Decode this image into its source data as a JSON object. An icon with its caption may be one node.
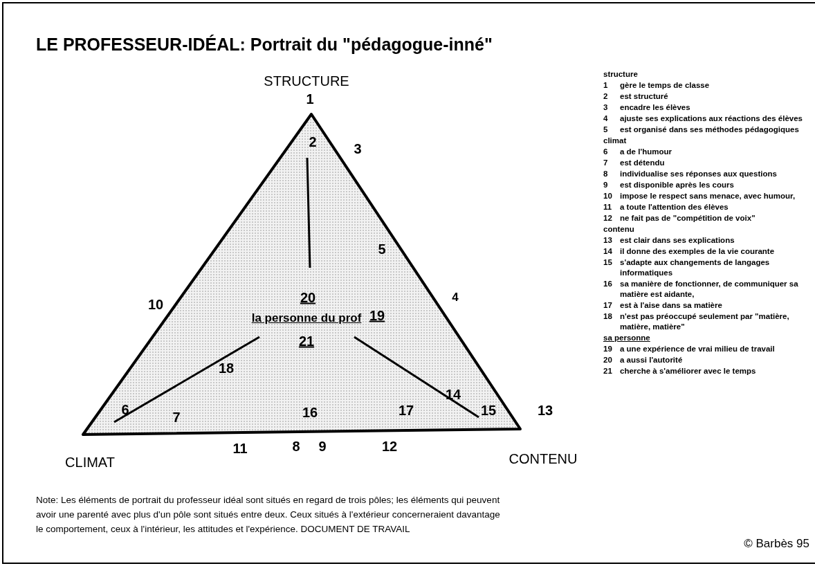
{
  "diagram": {
    "title": "LE PROFESSEUR-IDÉAL: Portrait du \"pédagogue-inné\"",
    "labels": [
      "STRUCTURE",
      "1",
      "2",
      "3",
      "5",
      "4",
      "10",
      "20",
      "la personne du prof",
      "19",
      "21",
      "18",
      "6",
      "7",
      "16",
      "17",
      "14",
      "15",
      "13",
      "11",
      "8",
      "9",
      "12",
      "CLIMAT",
      "CONTENU",
      "structure",
      "1",
      "gère le temps de classe",
      "2",
      "est structuré",
      "3",
      "encadre les élèves",
      "4",
      "ajuste ses explications aux réactions des élèves",
      "5",
      "est organisé dans ses méthodes pédagogiques",
      "climat",
      "6",
      "a de l'humour",
      "7",
      "est détendu",
      "8",
      "individualise ses réponses aux questions",
      "9",
      "est disponible après les cours",
      "10",
      "impose le respect sans menace, avec humour,",
      "11",
      "a toute l'attention des élèves",
      "12",
      "ne fait pas de \"compétition de voix\"",
      "contenu",
      "13",
      "est clair dans ses explications",
      "14",
      "il donne des exemples de la vie courante",
      "15",
      "s'adapte aux changements de langages informatiques",
      "16",
      "sa manière de fonctionner, de communiquer sa matière est aidante,",
      "17",
      "est à l'aise dans sa matière",
      "18",
      "n'est pas préoccupé seulement par \"matière, matière, matière\"",
      "sa personne",
      "19",
      "a une expérience de vrai milieu de travail",
      "20",
      "a aussi l'autorité",
      "21",
      "cherche à s'améliorer avec le temps",
      "Note: Les éléments de portrait du professeur idéal sont situés en regard de trois pôles; les éléments qui peuvent avoir une parenté avec plus d'un pôle sont situés entre deux. Ceux situés à l'extérieur concerneraient davantage le comportement, ceux à l'intérieur, les attitudes et l'expérience. DOCUMENT DE TRAVAIL",
      "© Barbès 95"
    ]
  }
}
